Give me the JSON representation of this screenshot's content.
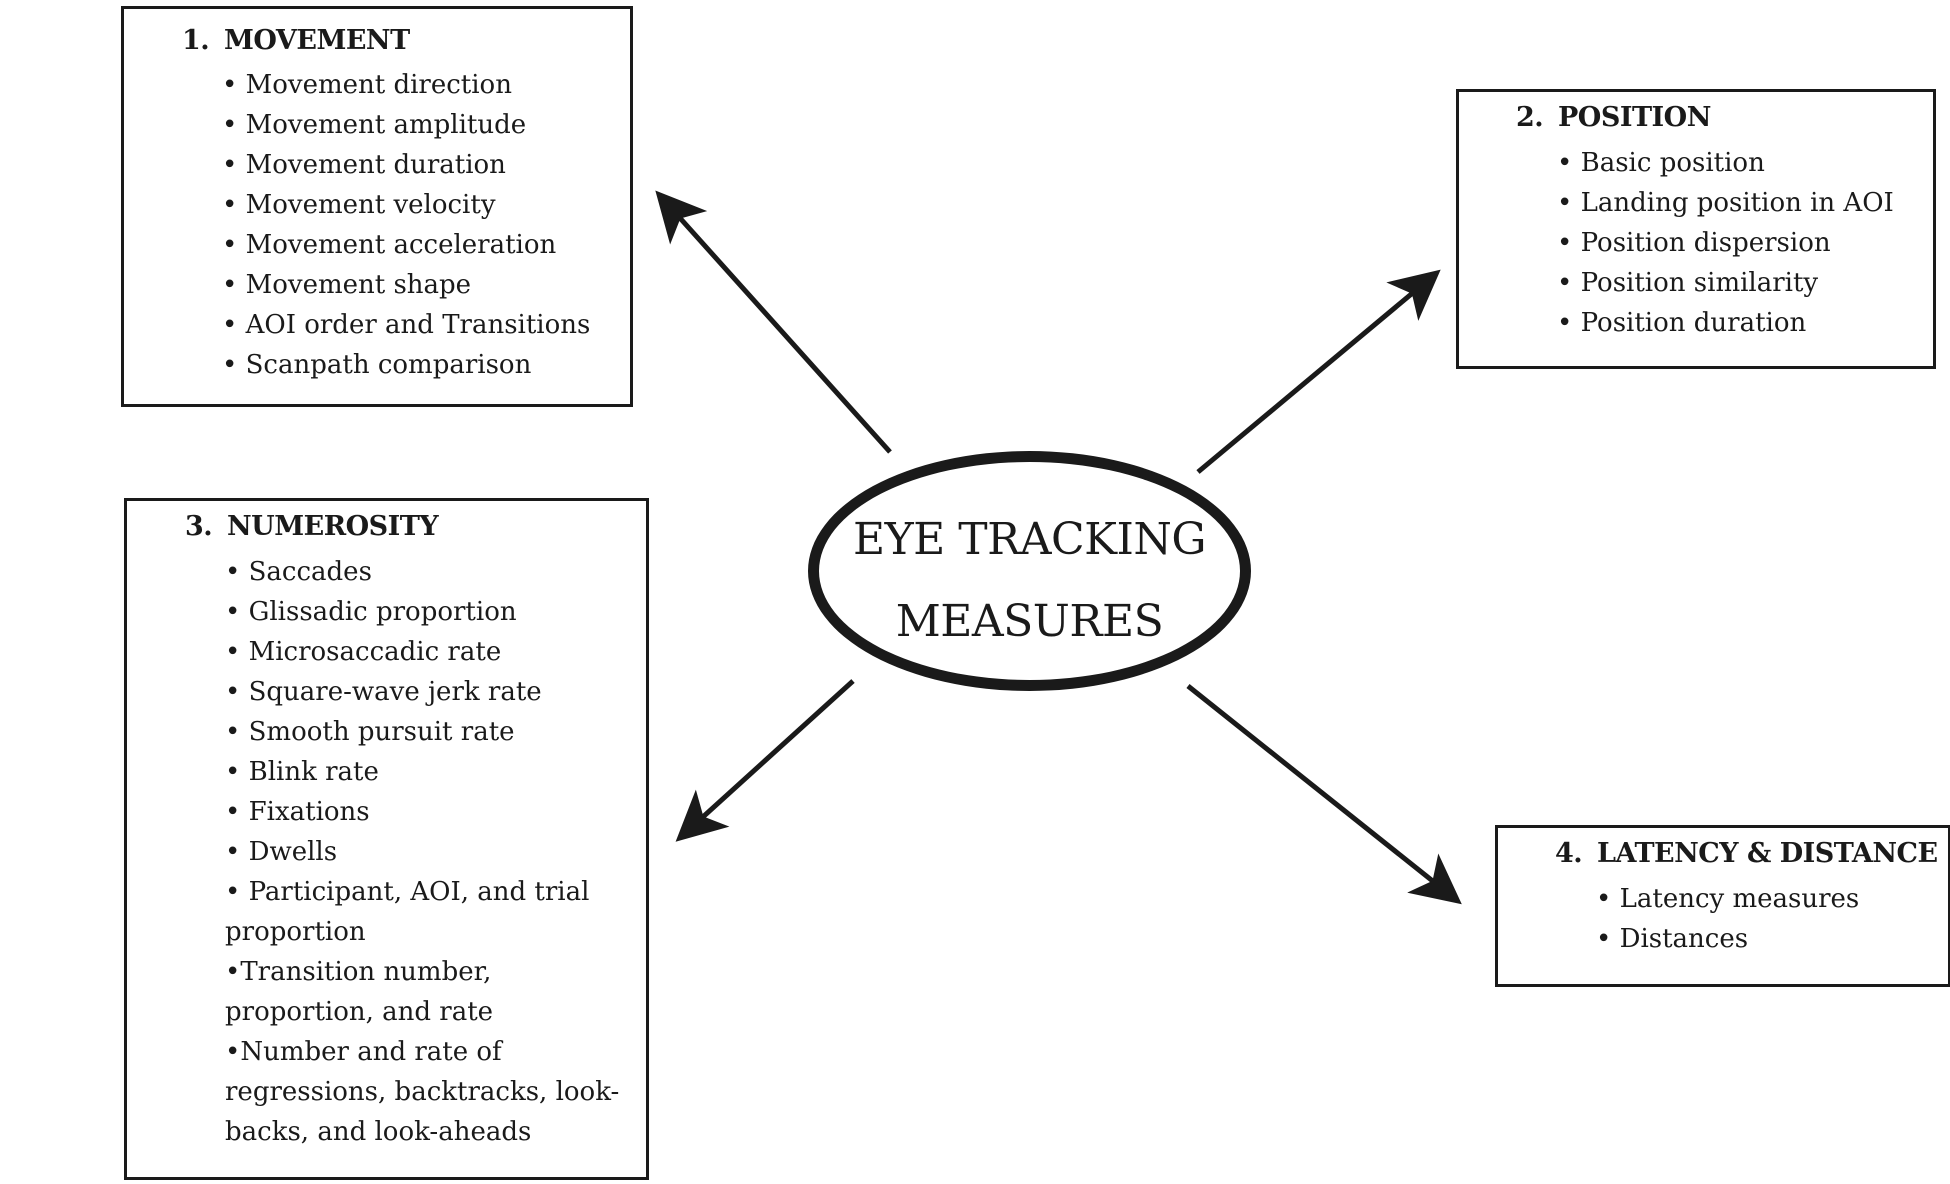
{
  "center": {
    "line1": "EYE TRACKING",
    "line2": "MEASURES"
  },
  "categories": [
    {
      "number": "1.",
      "title": "MOVEMENT",
      "items": [
        "• Movement direction",
        "• Movement amplitude",
        "• Movement duration",
        "• Movement velocity",
        "• Movement acceleration",
        "• Movement shape",
        "• AOI order and Transitions",
        "• Scanpath comparison"
      ]
    },
    {
      "number": "2.",
      "title": "POSITION",
      "items": [
        "• Basic position",
        "• Landing position in AOI",
        "• Position dispersion",
        "• Position similarity",
        "• Position duration"
      ]
    },
    {
      "number": "3.",
      "title": "NUMEROSITY",
      "items": [
        "• Saccades",
        "• Glissadic proportion",
        "• Microsaccadic rate",
        "• Square-wave jerk rate",
        "• Smooth pursuit rate",
        "• Blink rate",
        "• Fixations",
        "• Dwells",
        "• Participant, AOI, and trial proportion",
        "•Transition number, proportion, and rate",
        "•Number and rate of regressions, backtracks, look-backs, and look-aheads"
      ]
    },
    {
      "number": "4.",
      "title": "LATENCY & DISTANCE",
      "items": [
        "• Latency measures",
        "• Distances"
      ]
    }
  ]
}
